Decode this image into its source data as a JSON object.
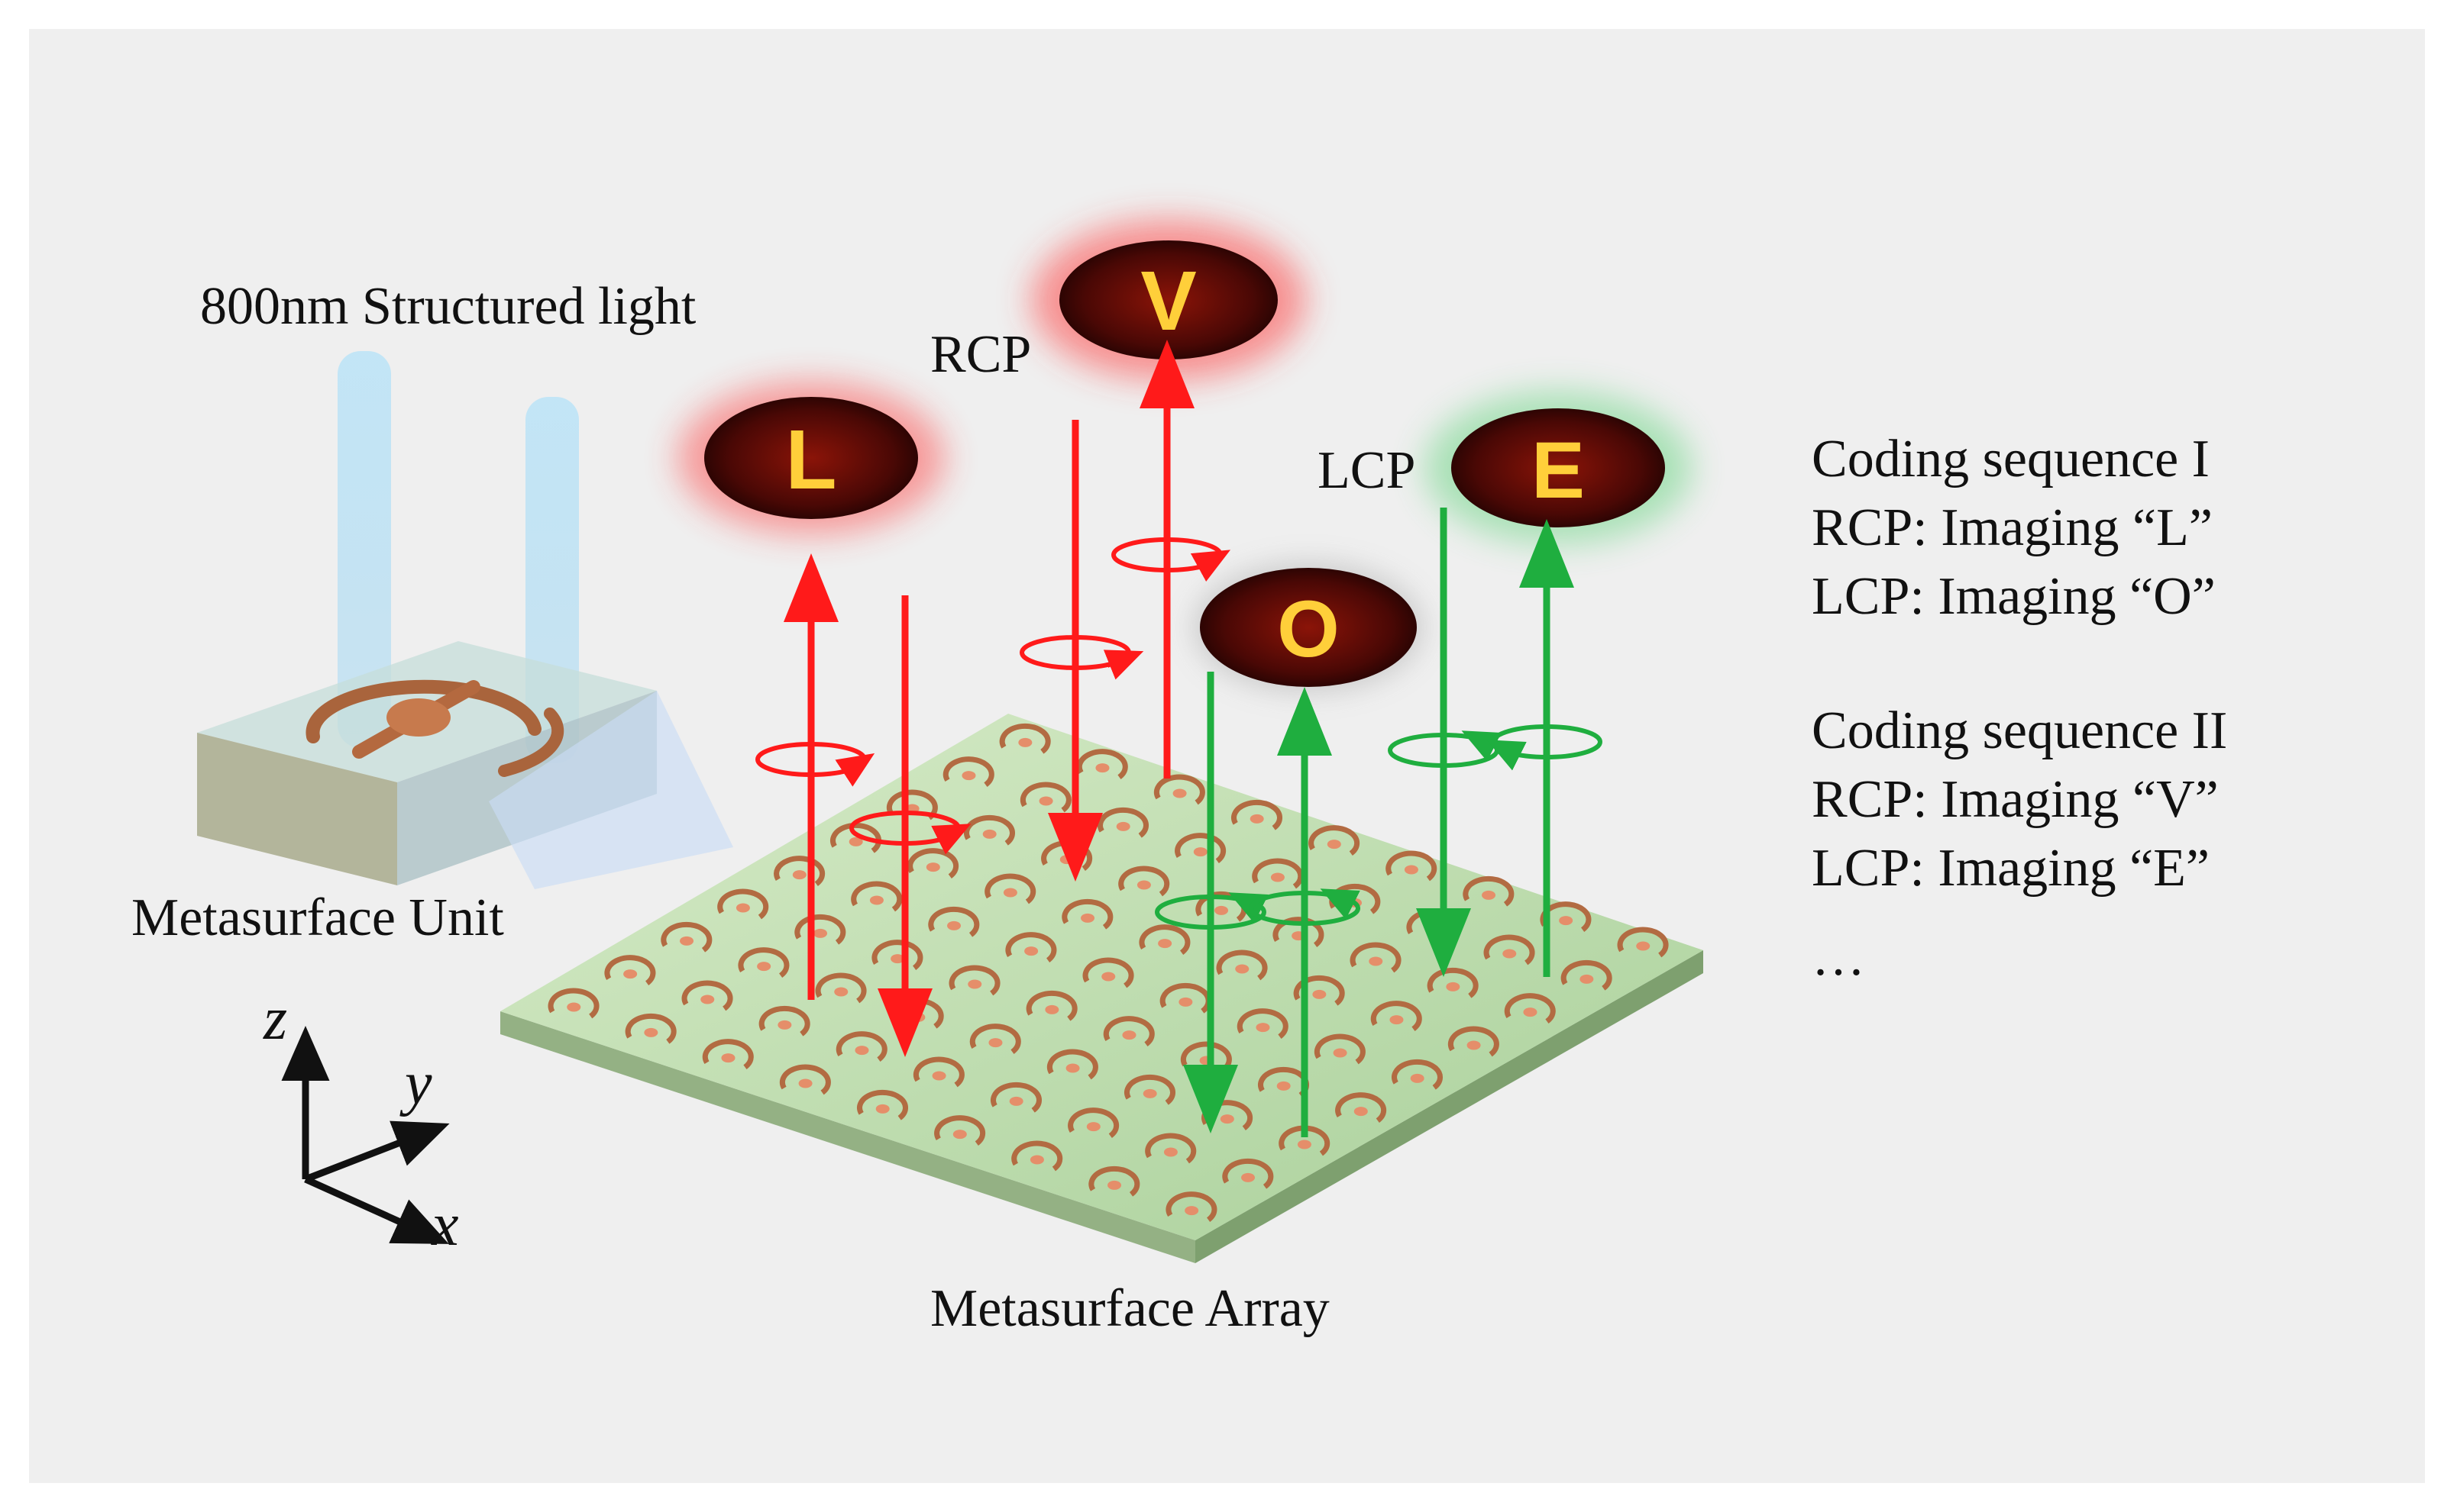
{
  "labels": {
    "light": "800nm Structured light",
    "rcp": "RCP",
    "lcp": "LCP",
    "unit": "Metasurface Unit",
    "array": "Metasurface Array",
    "axis_x": "x",
    "axis_y": "y",
    "axis_z": "z"
  },
  "images": {
    "L": "L",
    "V": "V",
    "O": "O",
    "E": "E"
  },
  "coding": {
    "seq1": {
      "title": "Coding sequence I",
      "rcp": "RCP: Imaging “L”",
      "lcp": "LCP: Imaging “O”"
    },
    "seq2": {
      "title": "Coding sequence II",
      "rcp": "RCP: Imaging “V”",
      "lcp": "LCP: Imaging “E”"
    },
    "ellipsis": "…"
  },
  "colors": {
    "rcp": "#ff1a1a",
    "lcp": "#1fae3f",
    "beam": "#8fd3f5",
    "substrate": "#b9d9a8",
    "copper": "#b4693f",
    "background": "#efefef"
  }
}
